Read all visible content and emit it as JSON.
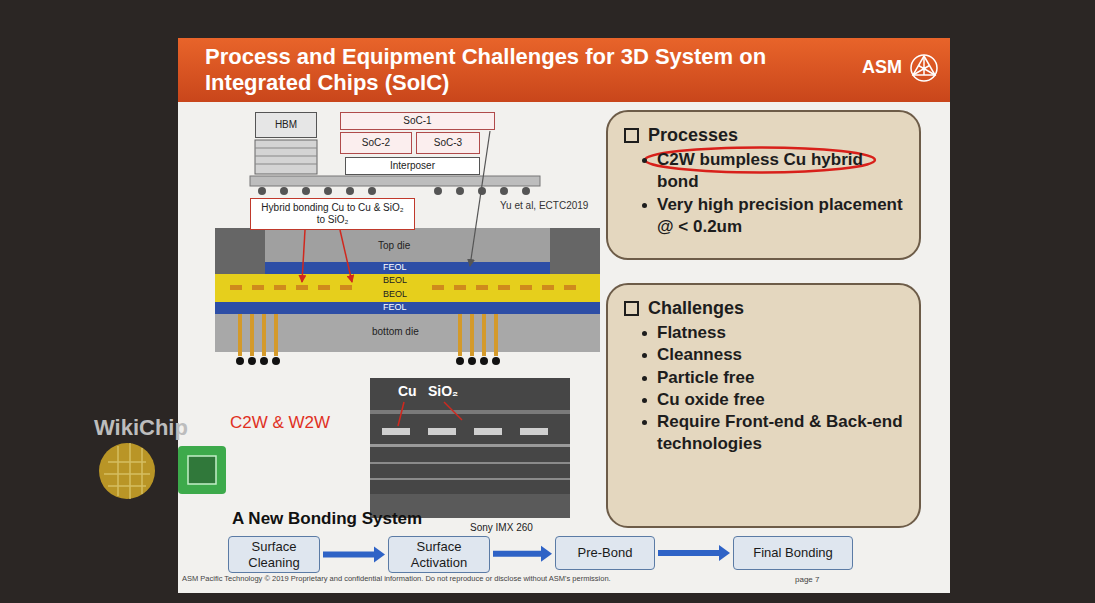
{
  "diagram": {
    "title": "Process and Equipment Challenges for 3D System on Integrated Chips (SoIC)",
    "nodes": [
      {
        "text": [
          "HBM"
        ]
      },
      {
        "text": [
          "SoC-1"
        ]
      },
      {
        "text": [
          "SoC-2"
        ]
      },
      {
        "text": [
          "SoC-3"
        ]
      },
      {
        "text": [
          "Interposer"
        ]
      },
      {
        "text": [
          "Hybrid bonding Cu to Cu & SiO₂ to SiO₂"
        ]
      },
      {
        "text": [
          "Processes",
          "C2W bumpless Cu hybrid bond",
          "Very high precision placement @ < 0.2um"
        ]
      },
      {
        "text": [
          "Challenges",
          "Flatness",
          "Cleanness",
          "Particle free",
          "Cu oxide free",
          "Require Front-end & Back-end technologies"
        ]
      },
      {
        "text": [
          "Surface Cleaning"
        ]
      },
      {
        "text": [
          "Surface Activation"
        ]
      },
      {
        "text": [
          "Pre-Bond"
        ]
      },
      {
        "text": [
          "Final Bonding"
        ]
      }
    ],
    "edges": [
      {
        "from": 8,
        "to": 9,
        "arrow": "to"
      },
      {
        "from": 9,
        "to": 10,
        "arrow": "to"
      },
      {
        "from": 10,
        "to": 11,
        "arrow": "to"
      }
    ],
    "labels": [
      "ASM",
      "Yu et al, ECTC2019",
      "Top die",
      "FEOL",
      "BEOL",
      "BEOL",
      "FEOL",
      "bottom die",
      "Cu",
      "SiO₂",
      "C2W & W2W",
      "Sony IMX 260",
      "WikiChip",
      "A New Bonding System",
      "ASM Pacific Technology © 2019 Proprietary and confidential information. Do not reproduce or disclose without ASM's permission.",
      "page 7"
    ]
  }
}
